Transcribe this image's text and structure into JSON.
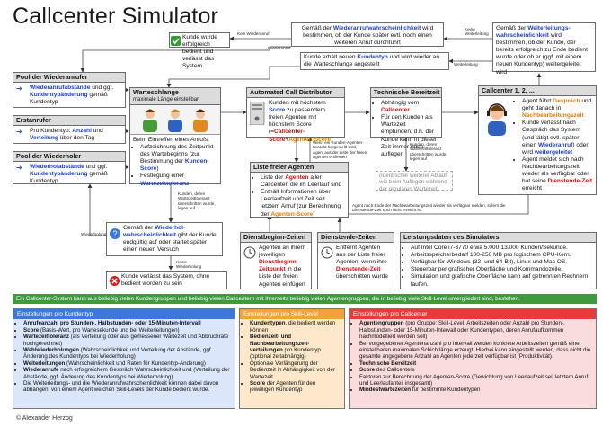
{
  "title": "Callcenter Simulator",
  "top": {
    "success_text": "Kunde wurde erfolgreich bedient und verlässt das System",
    "success_arrow": "Kein Wiederanruf",
    "wiederanruf_a": "Gemäß der ",
    "wiederanruf_b": "Wiederanrufwahrscheinlichkeit",
    "wiederanruf_c": " wird bestimmen, ob der Kunde später evtl. noch einen weiteren Anruf durchführt",
    "wiederanruf_arrow": "Wiederanruf",
    "weiterleitung_arrow1": "Keine Weiterleitung",
    "weiterleitung_arrow2": "Weiterleitung",
    "new_type_a": "Kunde erhält neuen ",
    "new_type_b": "Kundentyp",
    "new_type_c": " und wird wieder an die Warteschlange angestellt",
    "weiter_a": "Gemäß der ",
    "weiter_b": "Weiterleitungs-wahrscheinlichkeit",
    "weiter_c": " wird bestimmen, ob der Kunde, der bereits erfolgreich zu Ende bedient wurde oder ob er (ggf. mit einem neuen Kundentyp) weitergeleitet wird"
  },
  "pool_wiederanrufer": {
    "header": "Pool der Wiederanrufer",
    "a": "Wiederanrufabstände",
    "b": " und ggf. ",
    "c": "Kundentypänderung",
    "d": " gemäß Kundentyp"
  },
  "erstanrufer": {
    "header": "Erstanrufer",
    "a": "Pro Kundentyp: ",
    "b": "Anzahl",
    "c": " und ",
    "d": "Verteilung",
    "e": " über den Tag"
  },
  "pool_wiederholer": {
    "header": "Pool der Wiederholer",
    "a": "Wiederholabstände",
    "b": " und ggf. ",
    "c": "Kundentypänderung",
    "d": " gemäß Kundentyp"
  },
  "warteschlange": {
    "header": "Warteschlange",
    "sub": "maximale Länge einstellbar",
    "intro": "Beim Eintreffen eines Anrufs:",
    "b1": "Aufzeichnung des Zeitpunkt des Wartebeginns (zur Bestimmung der ",
    "b1b": "Kunden-Score",
    "b1c": ")",
    "b2": "Festlegung einer ",
    "b2b": "Wartezeittoleranz",
    "note": "Kunden, deren Wartezeittoleranz überschritten wurde, legen auf"
  },
  "wiederholwahrscheinlichkeit": {
    "a": "Gemäß der ",
    "b": "Wiederhol-wahrscheinlichkeit",
    "c": " gibt der Kunde endgültig auf oder startet später einen neuen Versuch",
    "arrow_up": "Wiederholung",
    "arrow_down": "Keine Wiederholung"
  },
  "leave": "Kunde verlässt das System, ohne bedient worden zu sein",
  "acd": {
    "header": "Automated Call Distributor",
    "a": "Kunden mit höchstem ",
    "b": "Score",
    "c": " zu passendem freien Agenten mit höchstem Score (=",
    "d": "Callcenter-Score",
    "e": "+",
    "f": "Agenten-Score",
    "g": ")",
    "note1": "Wenn ein Kunden-Agenten-Kontakt hergestellt wird, Agent aus der Liste der freien Agenten entfernen",
    "note2": "Agent nach Ende der Nachbearbeitungszeit wieder als verfügbar melden, sofern die Dienstende-Zeit noch nicht erreicht ist"
  },
  "technische": {
    "header": "Technische Bereitzeit",
    "a": "Abhängig vom ",
    "b": "Callcenter",
    "c": "Für den Kunden als Wartezeit empfunden, d.h. der Kunde kann in dieser Zeit immer noch auflegen",
    "note": "Kunden, deren Wartezeittoleranz überschritten wurde, legen auf",
    "dashed": "(Identischer weiterer Ablauf wie beim Auflegen während der regulären Wartezeit)"
  },
  "callcenter": {
    "header": "Callcenter 1, 2, ...",
    "b1a": "Agent führt ",
    "b1b": "Gespräch",
    "b1c": " und geht danach in ",
    "b1d": "Nachbearbeitungszeit",
    "b2a": "Kunde verlässt nach Gespräch das System (und tätigt evtl. später einen ",
    "b2b": "Wiederanruf",
    "b2c": ") oder wird ",
    "b2d": "weitergeleitet",
    "b3a": "Agent meldet sich nach Nachbearbeitungszeit wieder als verfügbar oder hat seine ",
    "b3b": "Dienstende-Zeit",
    "b3c": " erreicht"
  },
  "freie_agenten": {
    "header": "Liste freier Agenten",
    "b1a": "Liste der ",
    "b1b": "Agenten",
    "b1c": " aller Callcenter, die im Leerlauf sind",
    "b2a": "Enthält Informationen über Leerlaufzeit und Zeit seit letztem Anruf (zur Berechnung der ",
    "b2b": "Agenten-Score",
    "b2c": ")"
  },
  "dienstbeginn": {
    "header": "Dienstbeginn-Zeiten",
    "a": "Agenten an ihrem jeweiligen ",
    "b": "Dienstbeginn-Zeitpunkt",
    "c": " in die Liste der freien Agenten einfügen"
  },
  "dienstende": {
    "header": "Dienstende-Zeiten",
    "a": "Entfernt Agenten aus der Liste freier Agenten, wenn ihre ",
    "b": "Dienstende-Zeit",
    "c": " überschritten wurde"
  },
  "leistung": {
    "header": "Leistungsdaten des Simulators",
    "items": [
      "Auf Intel Core i7-3770 etwa 5.000-13.000 Kunden/Sekunde.",
      "Arbeitsspeicherbedarf 100-250 MB pro logischem CPU-Kern.",
      "Verfügbar für Windows (32- und 64-Bit), Linux und Mac OS.",
      "Steuerbar per grafischer Oberfläche und Kommandozeile.",
      "Simulation und grafische Oberfläche kann auf getrennten Rechnern laufen."
    ]
  },
  "strip": "Ein Callcenter-System kann aus beliebig vielen Kundengruppen und beliebig vielen Callcentern mit ihrerseits beliebig vielen Agentengruppen, die in beliebig viele Skill-Level untergliedert sind, bestehen.",
  "panels": {
    "kundentyp": {
      "header": "Einstellungen pro Kundentyp",
      "items": [
        {
          "b": "Anrufeanzahl pro Stunden-, Halbstunden- oder 15-Minuten-Intervall",
          "t": ""
        },
        {
          "b": "Score",
          "t": " (Basis-Wert, pro Wartesekunde und bei Weiterleitungen)"
        },
        {
          "b": "Wartezeittoleranz",
          "t": " (als Verteilung oder aus gemessener Wartezeit und Abbruchrate hochgerechnet)"
        },
        {
          "b": "Wahlwiederholungen",
          "t": " (Wahrscheinlichkeit und Verteilung der Abstände, ggf. Änderung des Kundentyps bei Wiederholung)"
        },
        {
          "b": "Weiterleitungen",
          "t": " (Wahrscheinlichkeit und Raten für Kundentyp-Änderung)"
        },
        {
          "b": "Wiederanrufe",
          "t": " nach erfolgreichem Gespräch Wahrscheinlichkeit und (Verteilung der Abstände, ggf. Änderung des Kundentyps bei Wiederholung)"
        },
        {
          "b": "",
          "t": "Die Weiterleitungs- und die Wiederanrufwahrscheinlichkeit können dabei davon abhängen, von einem Agent welchen Skill-Levels der Kunde bedient wurde."
        }
      ]
    },
    "skill": {
      "header": "Einstellungen pro Skill-Level",
      "items": [
        {
          "b": "Kundentypen",
          "t": ", die bedient werden können"
        },
        {
          "b": "Bedienzeit- und Nachbearbeitungszeit-verteilungen",
          "t": " pro Kundentyp (optional zeitabhängig)"
        },
        {
          "b": "",
          "t": "Optionale Verlängerung der Bedienzeit in Abhängigkeit von der Wartezeit"
        },
        {
          "b": "Score",
          "t": " der Agenten für den jeweiligen Kundentyp"
        }
      ]
    },
    "callcenter": {
      "header": "Einstellungen pro Callcenter",
      "items": [
        {
          "b": "Agentengruppen",
          "t": " (pro Gruppe: Skill-Level, Arbeitszeiten oder Anzahl pro Stunden-, Halbstunden- oder 15-Minuten-Intervall oder Kundentypen, deren Anrufaufkommen nachmodelliert werden soll)"
        },
        {
          "b": "",
          "t": "Bei vorgegebener Agentenanzahl pro Intervall werden konkrete Arbeitszeiten gemäß einer einstellbaren maximalen Schichtlänge erzeugt. Hierbei kann eingestellt werden, dass nicht die gesamte angegebene Anzahl an Agenten jederzeit verfügbar ist (Produktivität)."
        },
        {
          "b": "Technische Bereitzeit",
          "t": ""
        },
        {
          "b": "Score",
          "t": " des Callcenters"
        },
        {
          "b": "",
          "t": "Faktoren zur Berechnung der Agenten-Score (Gewichtung von Leerlaufzeit seit letztem Anruf und Leerlaufanteil insgesamt)"
        },
        {
          "b": "Mindestwartezeiten",
          "t": " für bestimmte Kundentypen"
        }
      ]
    }
  },
  "copyright": "© Alexander Herzog",
  "colors": {
    "strip": "#3f9a3f",
    "panel_blue_bg": "#dbe6fb",
    "panel_blue_hdr": "#3c78d8",
    "panel_orange_bg": "#fde8cc",
    "panel_orange_hdr": "#f2a23a",
    "panel_red_bg": "#fbdcdc",
    "panel_red_hdr": "#e53b3b",
    "check": "#3a9a3a",
    "cross": "#d32020"
  }
}
